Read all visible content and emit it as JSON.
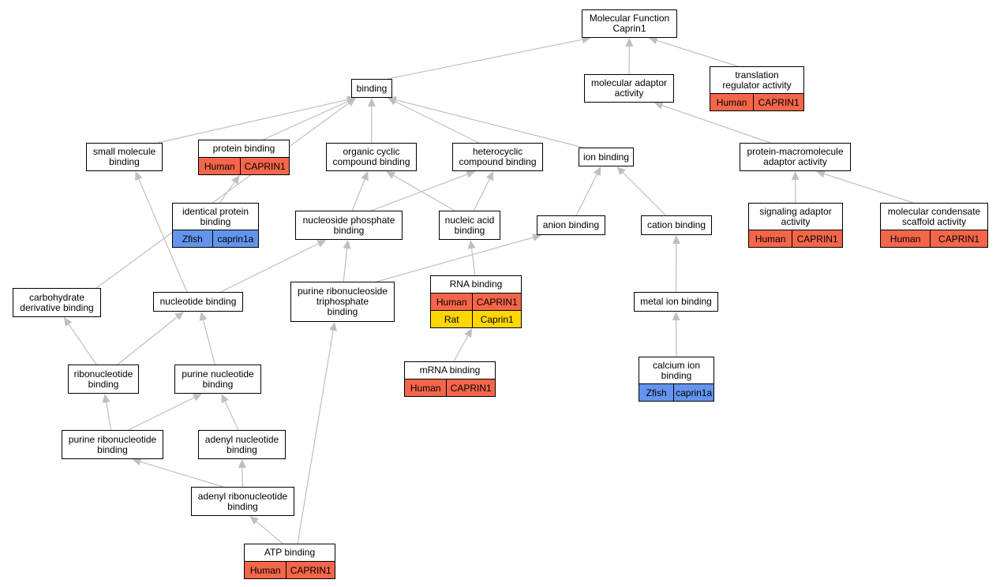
{
  "colors": {
    "edge": "#bfbfbf",
    "human": "#f4664a",
    "zfish": "#6495ed",
    "rat": "#ffd700"
  },
  "nodes": {
    "root": {
      "label": "Molecular Function\nCaprin1"
    },
    "binding": {
      "label": "binding"
    },
    "mol_adaptor": {
      "label": "molecular adaptor\nactivity"
    },
    "translation_reg": {
      "label": "translation\nregulator activity",
      "rows": [
        [
          "Human",
          "CAPRIN1"
        ]
      ]
    },
    "small_molecule": {
      "label": "small molecule\nbinding"
    },
    "protein_binding": {
      "label": "protein binding",
      "rows": [
        [
          "Human",
          "CAPRIN1"
        ]
      ]
    },
    "organic_cyclic": {
      "label": "organic cyclic\ncompound binding"
    },
    "heterocyclic": {
      "label": "heterocyclic\ncompound binding"
    },
    "ion_binding": {
      "label": "ion binding"
    },
    "prot_macro": {
      "label": "protein-macromolecule\nadaptor activity"
    },
    "identical_protein": {
      "label": "identical protein\nbinding",
      "rows": [
        [
          "Zfish",
          "caprin1a"
        ]
      ]
    },
    "nucleoside_phosphate": {
      "label": "nucleoside phosphate\nbinding"
    },
    "nucleic_acid": {
      "label": "nucleic acid\nbinding"
    },
    "anion_binding": {
      "label": "anion binding"
    },
    "cation_binding": {
      "label": "cation binding"
    },
    "signaling_adaptor": {
      "label": "signaling adaptor\nactivity",
      "rows": [
        [
          "Human",
          "CAPRIN1"
        ]
      ]
    },
    "mol_condensate": {
      "label": "molecular condensate\nscaffold activity",
      "rows": [
        [
          "Human",
          "CAPRIN1"
        ]
      ]
    },
    "carbohydrate": {
      "label": "carbohydrate\nderivative binding"
    },
    "nucleotide_binding": {
      "label": "nucleotide binding"
    },
    "purine_rnts": {
      "label": "purine ribonucleoside\ntriphosphate\nbinding"
    },
    "rna_binding": {
      "label": "RNA binding",
      "rows": [
        [
          "Human",
          "CAPRIN1"
        ],
        [
          "Rat",
          "Caprin1"
        ]
      ]
    },
    "metal_ion": {
      "label": "metal ion binding"
    },
    "ribonucleotide": {
      "label": "ribonucleotide\nbinding"
    },
    "purine_nucleotide": {
      "label": "purine nucleotide\nbinding"
    },
    "mrna_binding": {
      "label": "mRNA binding",
      "rows": [
        [
          "Human",
          "CAPRIN1"
        ]
      ]
    },
    "calcium_ion": {
      "label": "calcium ion\nbinding",
      "rows": [
        [
          "Zfish",
          "caprin1a"
        ]
      ]
    },
    "purine_ribonucleotide": {
      "label": "purine ribonucleotide\nbinding"
    },
    "adenyl_nucleotide": {
      "label": "adenyl nucleotide\nbinding"
    },
    "adenyl_ribonucleotide": {
      "label": "adenyl ribonucleotide\nbinding"
    },
    "atp_binding": {
      "label": "ATP binding",
      "rows": [
        [
          "Human",
          "CAPRIN1"
        ]
      ]
    }
  },
  "edges": [
    {
      "from": "binding",
      "to": "root"
    },
    {
      "from": "mol_adaptor",
      "to": "root"
    },
    {
      "from": "translation_reg",
      "to": "root"
    },
    {
      "from": "small_molecule",
      "to": "binding"
    },
    {
      "from": "protein_binding",
      "to": "binding"
    },
    {
      "from": "organic_cyclic",
      "to": "binding"
    },
    {
      "from": "heterocyclic",
      "to": "binding"
    },
    {
      "from": "ion_binding",
      "to": "binding"
    },
    {
      "from": "carbohydrate",
      "to": "binding"
    },
    {
      "from": "prot_macro",
      "to": "mol_adaptor"
    },
    {
      "from": "identical_protein",
      "to": "protein_binding"
    },
    {
      "from": "nucleoside_phosphate",
      "to": "organic_cyclic"
    },
    {
      "from": "nucleoside_phosphate",
      "to": "heterocyclic"
    },
    {
      "from": "nucleic_acid",
      "to": "organic_cyclic"
    },
    {
      "from": "nucleic_acid",
      "to": "heterocyclic"
    },
    {
      "from": "anion_binding",
      "to": "ion_binding"
    },
    {
      "from": "cation_binding",
      "to": "ion_binding"
    },
    {
      "from": "signaling_adaptor",
      "to": "prot_macro"
    },
    {
      "from": "mol_condensate",
      "to": "prot_macro"
    },
    {
      "from": "nucleotide_binding",
      "to": "small_molecule"
    },
    {
      "from": "nucleotide_binding",
      "to": "nucleoside_phosphate"
    },
    {
      "from": "purine_rnts",
      "to": "nucleoside_phosphate"
    },
    {
      "from": "purine_rnts",
      "to": "anion_binding"
    },
    {
      "from": "rna_binding",
      "to": "nucleic_acid"
    },
    {
      "from": "metal_ion",
      "to": "cation_binding"
    },
    {
      "from": "ribonucleotide",
      "to": "carbohydrate"
    },
    {
      "from": "ribonucleotide",
      "to": "nucleotide_binding"
    },
    {
      "from": "purine_nucleotide",
      "to": "nucleotide_binding"
    },
    {
      "from": "mrna_binding",
      "to": "rna_binding"
    },
    {
      "from": "calcium_ion",
      "to": "metal_ion"
    },
    {
      "from": "purine_ribonucleotide",
      "to": "ribonucleotide"
    },
    {
      "from": "purine_ribonucleotide",
      "to": "purine_nucleotide"
    },
    {
      "from": "adenyl_nucleotide",
      "to": "purine_nucleotide"
    },
    {
      "from": "adenyl_ribonucleotide",
      "to": "purine_ribonucleotide"
    },
    {
      "from": "adenyl_ribonucleotide",
      "to": "adenyl_nucleotide"
    },
    {
      "from": "atp_binding",
      "to": "adenyl_ribonucleotide"
    },
    {
      "from": "atp_binding",
      "to": "purine_rnts"
    }
  ]
}
